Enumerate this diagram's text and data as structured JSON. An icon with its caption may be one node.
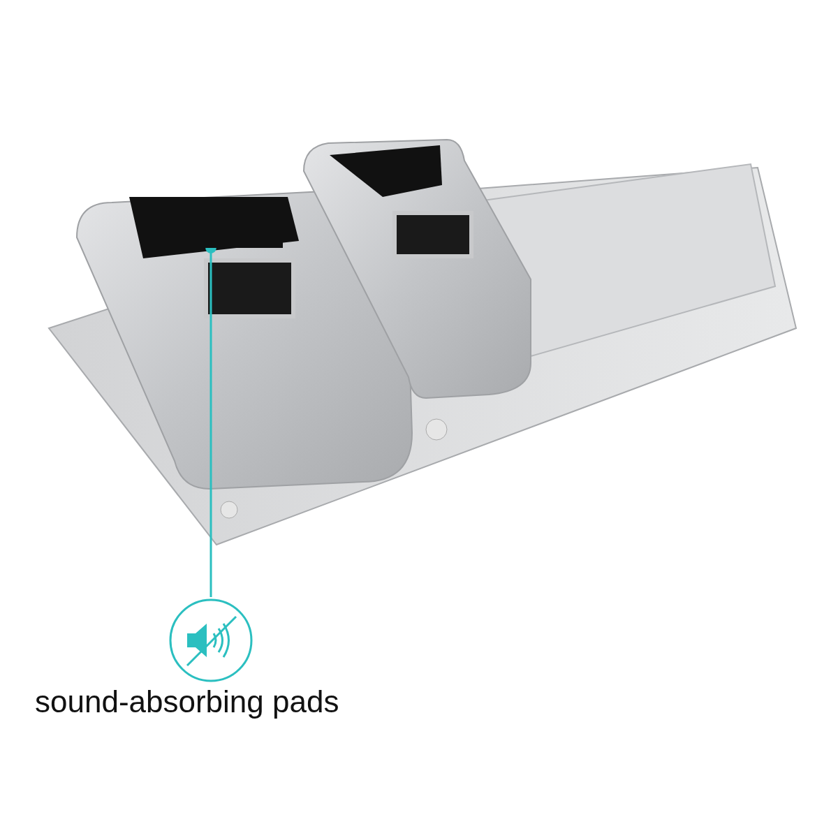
{
  "diagram": {
    "nodes": [
      {
        "text": [],
        "shape": "circle",
        "beside": [
          "sound-absorbing pads"
        ]
      },
      {
        "text": [],
        "shape": "box"
      }
    ],
    "edges": [
      {
        "from": 0,
        "to": 1,
        "arrow": "other"
      }
    ]
  }
}
